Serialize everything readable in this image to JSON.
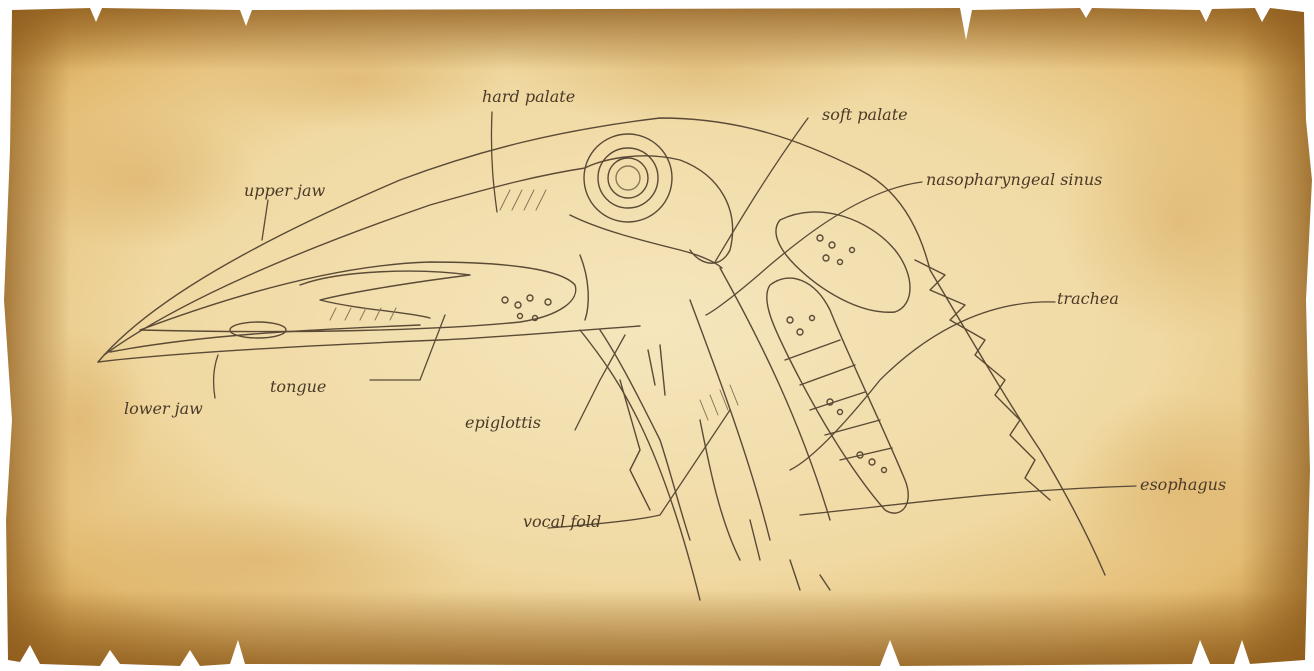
{
  "labels": {
    "hard_palate": "hard palate",
    "soft_palate": "soft palate",
    "upper_jaw": "upper jaw",
    "nasopharyngeal_sinus": "nasopharyngeal sinus",
    "trachea": "trachea",
    "lower_jaw": "lower jaw",
    "tongue": "tongue",
    "epiglottis": "epiglottis",
    "esophagus": "esophagus",
    "vocal_fold": "vocal fold"
  },
  "colors": {
    "parchment_light": "#f2dfae",
    "parchment_mid": "#e8c98a",
    "parchment_burn": "#b27a2a",
    "pencil": "#5a4a36",
    "pencil_light": "#8a7858"
  }
}
